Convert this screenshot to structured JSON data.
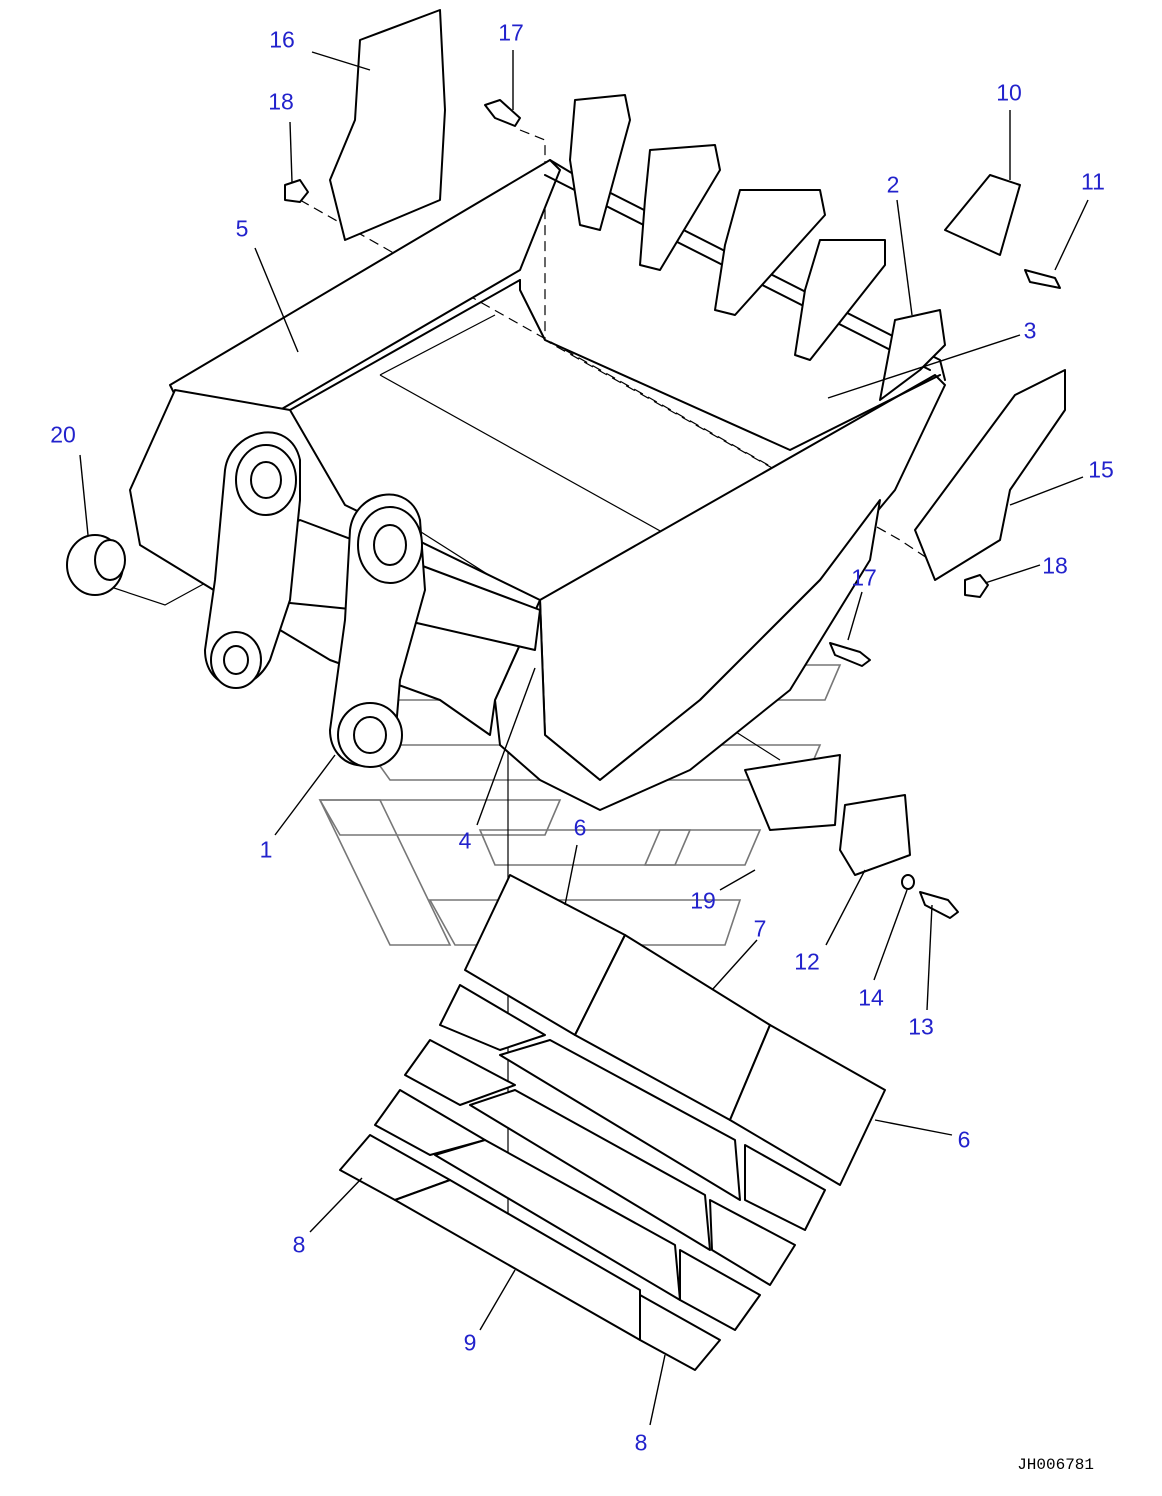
{
  "diagram": {
    "callouts": [
      {
        "id": "c16",
        "label": "16"
      },
      {
        "id": "c17a",
        "label": "17"
      },
      {
        "id": "c10",
        "label": "10"
      },
      {
        "id": "c18a",
        "label": "18"
      },
      {
        "id": "c11",
        "label": "11"
      },
      {
        "id": "c2",
        "label": "2"
      },
      {
        "id": "c5",
        "label": "5"
      },
      {
        "id": "c3",
        "label": "3"
      },
      {
        "id": "c20",
        "label": "20"
      },
      {
        "id": "c15",
        "label": "15"
      },
      {
        "id": "c18b",
        "label": "18"
      },
      {
        "id": "c17b",
        "label": "17"
      },
      {
        "id": "c1",
        "label": "1"
      },
      {
        "id": "c4",
        "label": "4"
      },
      {
        "id": "c6a",
        "label": "6"
      },
      {
        "id": "c19",
        "label": "19"
      },
      {
        "id": "c7",
        "label": "7"
      },
      {
        "id": "c12",
        "label": "12"
      },
      {
        "id": "c14",
        "label": "14"
      },
      {
        "id": "c13",
        "label": "13"
      },
      {
        "id": "c6b",
        "label": "6"
      },
      {
        "id": "c8a",
        "label": "8"
      },
      {
        "id": "c9",
        "label": "9"
      },
      {
        "id": "c8b",
        "label": "8"
      }
    ],
    "drawing_code": "JH006781",
    "callout_color": "#2222cc"
  }
}
